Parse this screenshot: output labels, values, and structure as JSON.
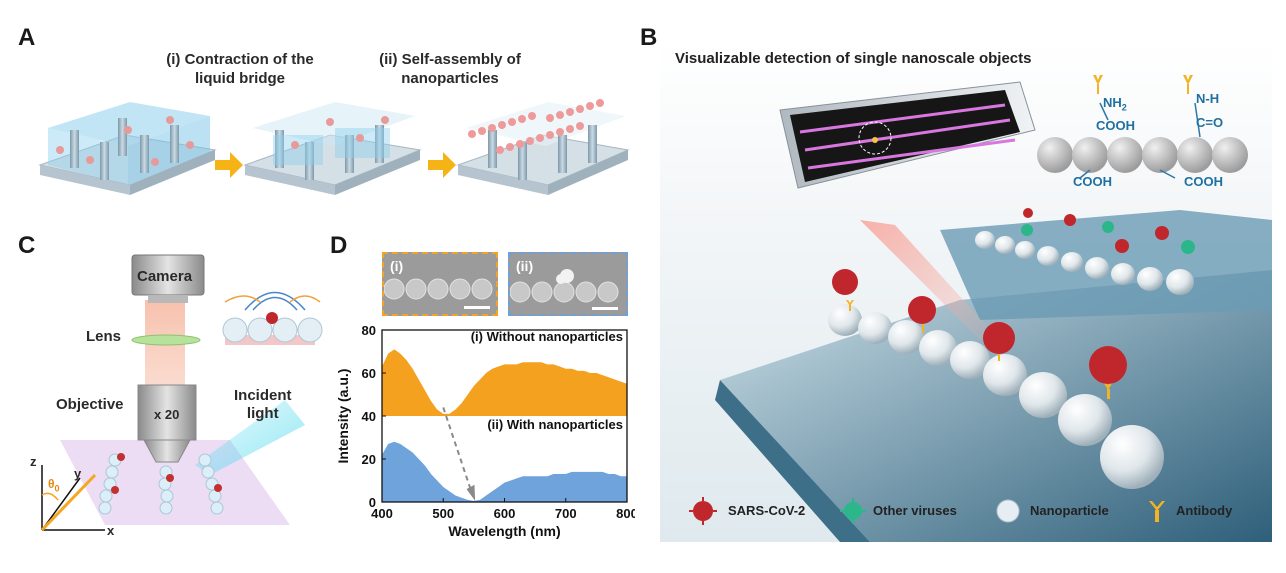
{
  "panels": {
    "A": {
      "letter": "A",
      "step1": "(i) Contraction of the\nliquid bridge",
      "step2": "(ii) Self-assembly of\nnanoparticles"
    },
    "B": {
      "letter": "B",
      "title": "Visualizable detection of single nanoscale objects",
      "chem": {
        "nh2": "NH",
        "nh2_sub": "2",
        "nh": "N-H",
        "cooh_top1": "COOH",
        "co": "C=O",
        "cooh_bot1": "COOH",
        "cooh_bot2": "COOH"
      },
      "legend": [
        {
          "label": "SARS-CoV-2",
          "icon": "virus-red-icon"
        },
        {
          "label": "Other viruses",
          "icon": "virus-green-icon"
        },
        {
          "label": "Nanoparticle",
          "icon": "sphere-icon"
        },
        {
          "label": "Antibody",
          "icon": "antibody-icon"
        }
      ]
    },
    "C": {
      "letter": "C",
      "camera": "Camera",
      "lens": "Lens",
      "objective": "Objective",
      "magnification": "x 20",
      "incident": "Incident\nlight",
      "axis_z": "z",
      "axis_y": "y",
      "axis_x": "x",
      "angle": "θ",
      "angle_sub": "0"
    },
    "D": {
      "letter": "D",
      "sem_i": "(i)",
      "sem_ii": "(ii)"
    }
  },
  "chart_data": {
    "type": "area",
    "xlabel": "Wavelength (nm)",
    "ylabel": "Intensity (a.u.)",
    "xlim": [
      400,
      800
    ],
    "ylim": [
      0,
      80
    ],
    "xticks": [
      400,
      500,
      600,
      700,
      800
    ],
    "yticks": [
      0,
      20,
      40,
      60,
      80
    ],
    "series": [
      {
        "name": "(i) Without nanoparticles",
        "color": "#f4a11f",
        "baseline": 40,
        "x": [
          400,
          410,
          420,
          430,
          440,
          450,
          460,
          470,
          480,
          490,
          500,
          510,
          520,
          530,
          540,
          550,
          560,
          570,
          580,
          590,
          600,
          610,
          620,
          630,
          640,
          650,
          660,
          670,
          680,
          690,
          700,
          710,
          720,
          730,
          740,
          750,
          760,
          770,
          780,
          790,
          800
        ],
        "y": [
          63,
          69,
          71,
          69,
          66,
          62,
          57,
          52,
          47,
          43,
          41,
          41,
          43,
          46,
          50,
          54,
          57,
          60,
          62,
          63,
          64,
          64,
          64,
          65,
          65,
          65,
          65,
          64,
          64,
          63,
          62,
          62,
          61,
          61,
          60,
          60,
          59,
          58,
          57,
          56,
          55
        ]
      },
      {
        "name": "(ii) With nanoparticles",
        "color": "#6fa3db",
        "baseline": 0,
        "x": [
          400,
          410,
          420,
          430,
          440,
          450,
          460,
          470,
          480,
          490,
          500,
          510,
          520,
          530,
          540,
          550,
          560,
          570,
          580,
          590,
          600,
          610,
          620,
          630,
          640,
          650,
          660,
          670,
          680,
          690,
          700,
          710,
          720,
          730,
          740,
          750,
          760,
          770,
          780,
          790,
          800
        ],
        "y": [
          22,
          27,
          28,
          27,
          25,
          23,
          20,
          17,
          13,
          10,
          7,
          5,
          3,
          2,
          1,
          0.5,
          1,
          3,
          5,
          7,
          9,
          10,
          11,
          12,
          12,
          12,
          12,
          12,
          13,
          13,
          13,
          14,
          14,
          14,
          14,
          14,
          14,
          13,
          13,
          12,
          12
        ]
      }
    ],
    "annotation": "dashed arrow showing dip shift from ~500 nm to ~550 nm"
  }
}
